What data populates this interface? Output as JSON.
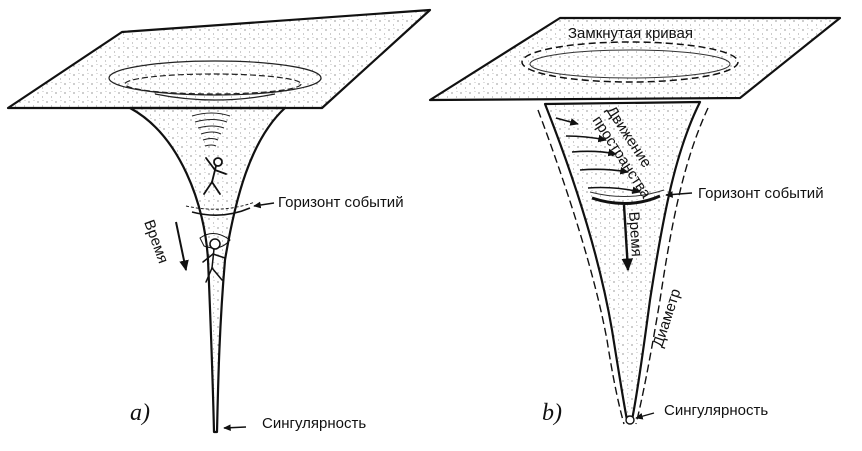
{
  "colors": {
    "ink": "#111111",
    "paper": "#ffffff",
    "stipple": "#555555"
  },
  "icons": [
    "walking-man-icon",
    "whirlpool-icon",
    "falling-man-icon",
    "flow-arrow-icon"
  ],
  "panel_a": {
    "label": "a)",
    "horizon_label": "Горизонт событий",
    "time_label": "Время",
    "singularity_label": "Сингулярность"
  },
  "panel_b": {
    "label": "b)",
    "closed_curve_label": "Замкнутая кривая",
    "space_motion_line1": "Движение",
    "space_motion_line2": "пространства",
    "horizon_label": "Горизонт событий",
    "time_label": "Время",
    "diameter_label": "Диаметр",
    "singularity_label": "Сингулярность"
  }
}
